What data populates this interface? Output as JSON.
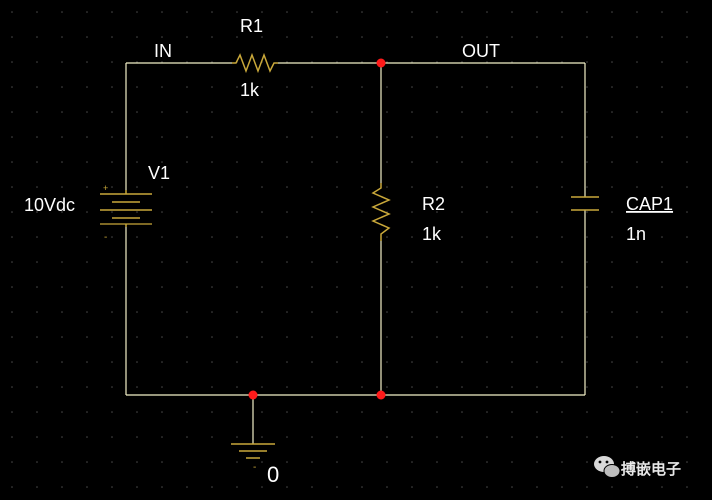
{
  "colors": {
    "background": "#000000",
    "wire": "#f4f1c8",
    "component": "#c9a83a",
    "junction": "#ff1a1a",
    "text": "#ffffff"
  },
  "nets": {
    "in": "IN",
    "out": "OUT",
    "ground": "0"
  },
  "components": {
    "r1": {
      "ref": "R1",
      "value": "1k"
    },
    "r2": {
      "ref": "R2",
      "value": "1k"
    },
    "v1": {
      "ref": "V1",
      "value": "10Vdc",
      "plus": "+",
      "minus": "-"
    },
    "cap1": {
      "ref": "CAP1",
      "value": "1n"
    }
  },
  "watermark": {
    "icon": "wechat-icon",
    "text": "搏嵌电子"
  }
}
